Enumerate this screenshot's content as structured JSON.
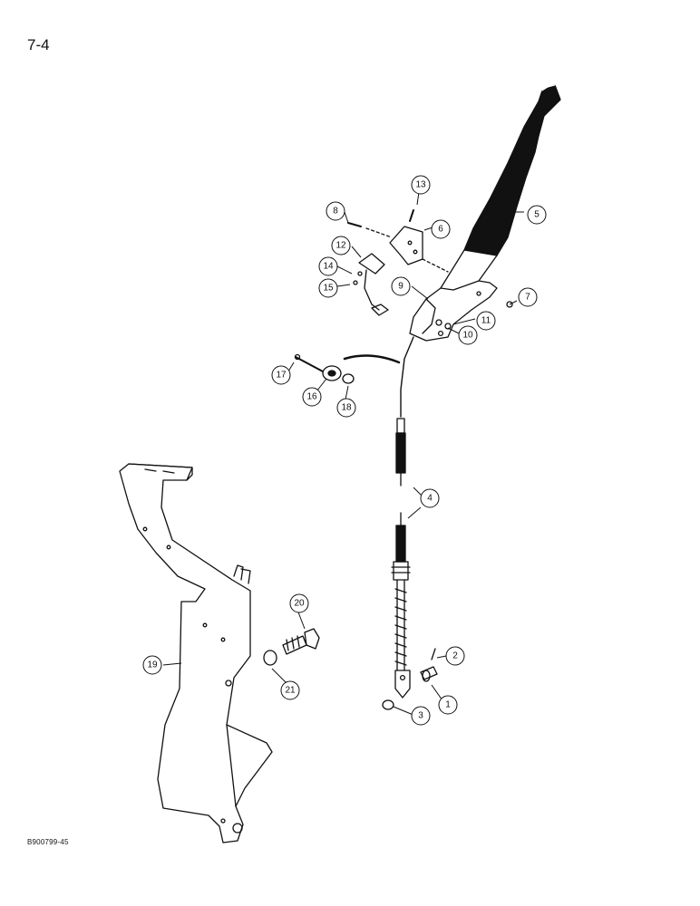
{
  "page_number": "7-4",
  "figure_code": "B900799-45",
  "callouts": [
    {
      "id": "c1",
      "label": "1"
    },
    {
      "id": "c2",
      "label": "2"
    },
    {
      "id": "c3",
      "label": "3"
    },
    {
      "id": "c4",
      "label": "4"
    },
    {
      "id": "c5",
      "label": "5"
    },
    {
      "id": "c6",
      "label": "6"
    },
    {
      "id": "c7",
      "label": "7"
    },
    {
      "id": "c8",
      "label": "8"
    },
    {
      "id": "c9",
      "label": "9"
    },
    {
      "id": "c10",
      "label": "10"
    },
    {
      "id": "c11",
      "label": "11"
    },
    {
      "id": "c12",
      "label": "12"
    },
    {
      "id": "c13",
      "label": "13"
    },
    {
      "id": "c14",
      "label": "14"
    },
    {
      "id": "c15",
      "label": "15"
    },
    {
      "id": "c16",
      "label": "16"
    },
    {
      "id": "c17",
      "label": "17"
    },
    {
      "id": "c18",
      "label": "18"
    },
    {
      "id": "c19",
      "label": "19"
    },
    {
      "id": "c20",
      "label": "20"
    },
    {
      "id": "c21",
      "label": "21"
    }
  ]
}
